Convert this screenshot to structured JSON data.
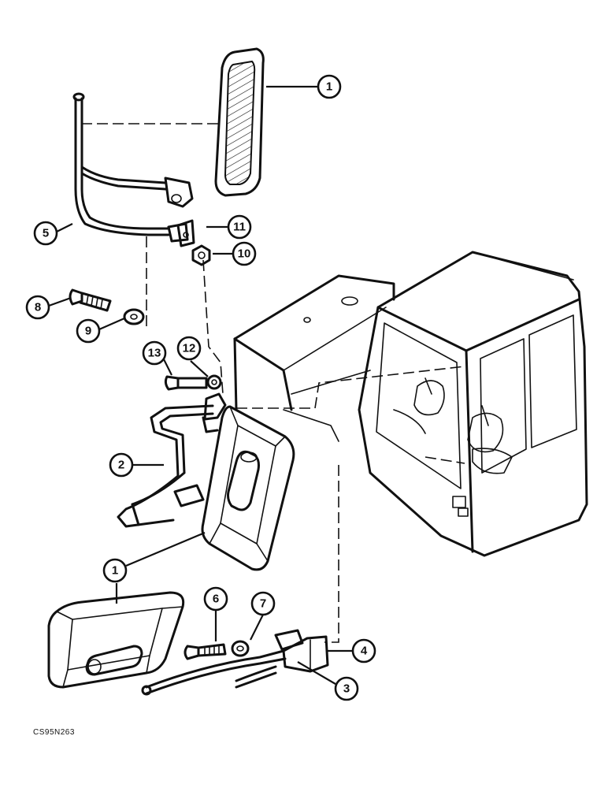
{
  "callouts": [
    {
      "id": "callout-1-top",
      "label": "1"
    },
    {
      "id": "callout-1-mid",
      "label": "1"
    },
    {
      "id": "callout-2",
      "label": "2"
    },
    {
      "id": "callout-3",
      "label": "3"
    },
    {
      "id": "callout-4",
      "label": "4"
    },
    {
      "id": "callout-5",
      "label": "5"
    },
    {
      "id": "callout-6",
      "label": "6"
    },
    {
      "id": "callout-7",
      "label": "7"
    },
    {
      "id": "callout-8",
      "label": "8"
    },
    {
      "id": "callout-9",
      "label": "9"
    },
    {
      "id": "callout-10",
      "label": "10"
    },
    {
      "id": "callout-11",
      "label": "11"
    },
    {
      "id": "callout-12",
      "label": "12"
    },
    {
      "id": "callout-13",
      "label": "13"
    }
  ],
  "drawing_code": "CS95N263"
}
